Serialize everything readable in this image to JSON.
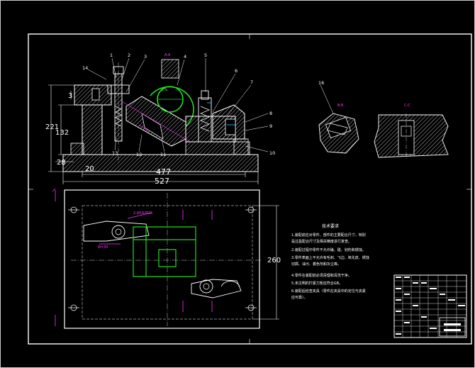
{
  "dimensions": {
    "overall_length": "477",
    "base_length": "527",
    "height_total": "221",
    "height_inner": "132",
    "small_top": "3",
    "base_thick": "28",
    "left_stub": "20",
    "plan_height": "260"
  },
  "part_labels": [
    "1",
    "2",
    "3",
    "4",
    "5",
    "6",
    "7",
    "8",
    "9",
    "10",
    "11",
    "12",
    "13",
    "14"
  ],
  "section_labels": {
    "detail_number": "16",
    "section_a": "A-A",
    "section_b": "B-B",
    "section_c": "C-C"
  },
  "plan_annotations": {
    "note_a": "2-Ø16/Ø25",
    "note_b": "Ø=30"
  },
  "requirements": {
    "title": "技术要求",
    "lines": [
      "1.装配前应对零件、部件的主要配合尺寸，特别",
      "是过盈配合尺寸及相关精度进行复查。",
      "2.装配过程中零件不允许磕、碰、划伤和锈蚀。",
      "3.零件表面上不允许有毛刺、飞边、氧化皮、锈蚀",
      "切屑、油污、着色剂和灰尘等。",
      "4.零件在装配前必须清理和清洗干净。",
      "5.未注明的拧紧力矩应符合GB。",
      "6.装配后检查夹具（零件在夹具中的定位与夹紧",
      "应可靠）。"
    ]
  },
  "colors": {
    "background": "#000000",
    "line": "#ffffff",
    "green": "#22dd22",
    "magenta": "#ff33ff",
    "cyan": "#33ccff"
  }
}
